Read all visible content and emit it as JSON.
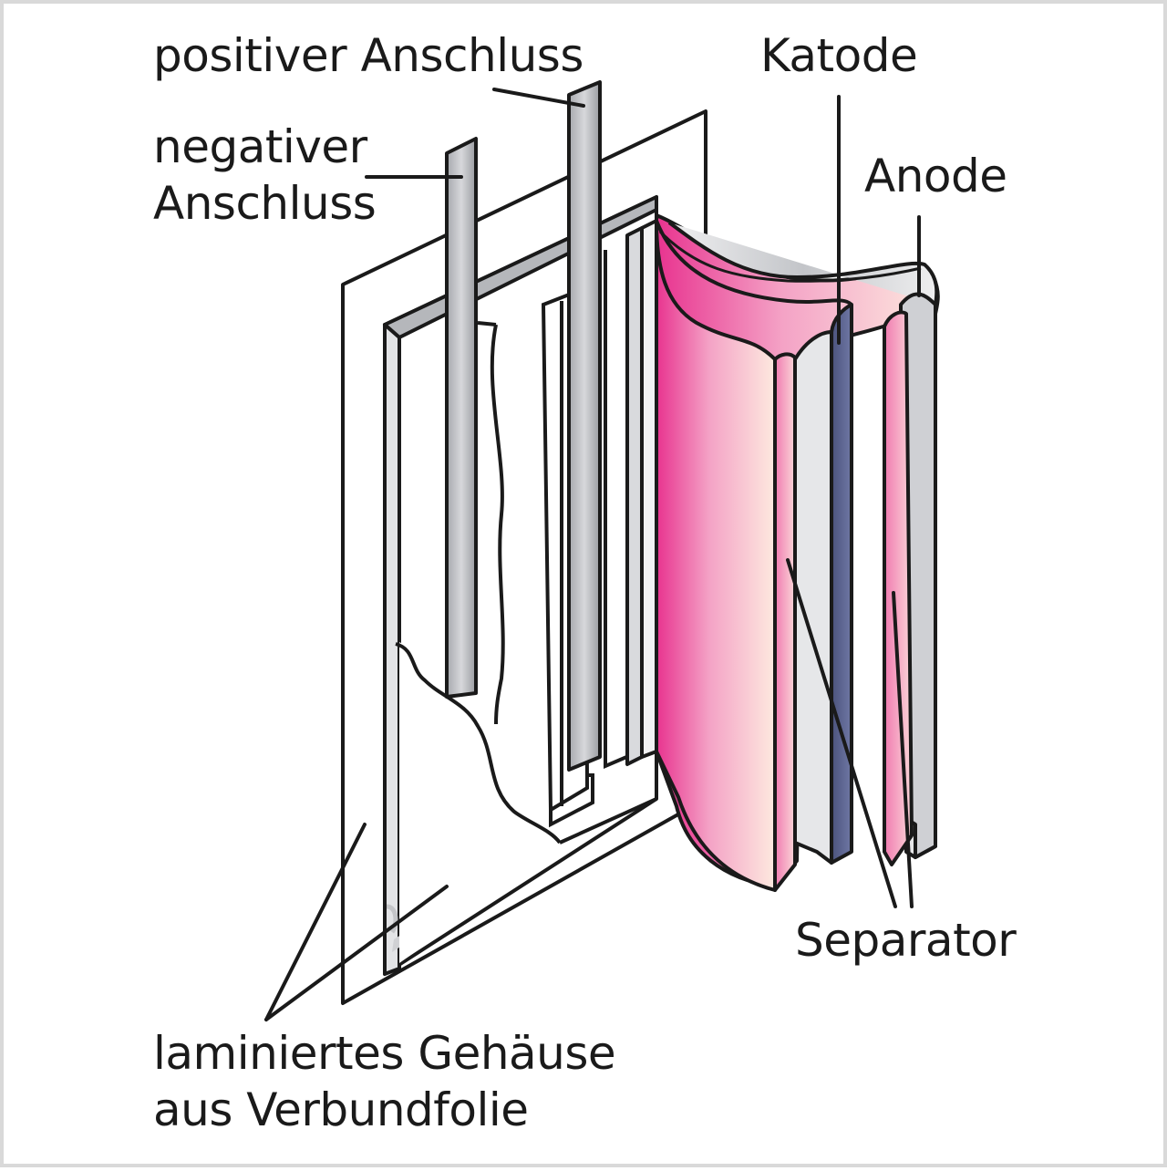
{
  "labels": {
    "positive_terminal": "positiver Anschluss",
    "negative_terminal_line1": "negativer",
    "negative_terminal_line2": "Anschluss",
    "cathode": "Katode",
    "anode": "Anode",
    "separator": "Separator",
    "housing_line1": "laminiertes Gehäuse",
    "housing_line2": "aus Verbundfolie"
  },
  "colors": {
    "outline": "#1a1a1a",
    "terminal_grey": "#9fa1a6",
    "cathode_blue": "#5d6592",
    "separator_pink": "#e8338f",
    "separator_light": "#fbe6dc",
    "anode_grey": "#c9cbcf"
  }
}
